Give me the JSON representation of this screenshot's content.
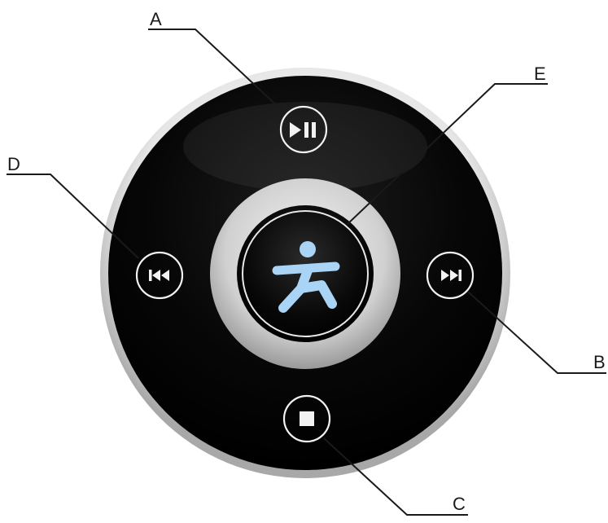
{
  "colors": {
    "background": "#ffffff",
    "outer_rim_light": "#eeeeee",
    "outer_rim_dark": "#b5b5b5",
    "body": "#050505",
    "inner_ring": "#d6d6d6",
    "center_button": "#0a0a0a",
    "figure_blue": "#a9d4f5",
    "icon_color": "#f2f2f2",
    "callout_line": "#1a1a1a"
  },
  "controls": {
    "play_pause": {
      "callout": "A",
      "icon": "play-pause-icon"
    },
    "next": {
      "callout": "B",
      "icon": "skip-next-icon"
    },
    "stop": {
      "callout": "C",
      "icon": "stop-icon"
    },
    "previous": {
      "callout": "D",
      "icon": "skip-previous-icon"
    },
    "center": {
      "callout": "E",
      "icon": "running-figure-icon"
    }
  }
}
